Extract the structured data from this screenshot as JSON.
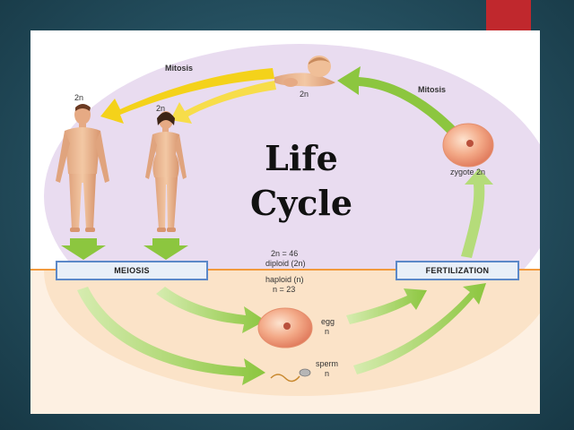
{
  "title": {
    "line1": "Life",
    "line2": "Cycle"
  },
  "labels": {
    "mitosis_top": "Mitosis",
    "mitosis_right": "Mitosis",
    "male_ploidy": "2n",
    "female_ploidy": "2n",
    "baby_ploidy": "2n",
    "zygote": "zygote 2n",
    "diploid_count": "2n = 46",
    "diploid": "diploid (2n)",
    "haploid": "haploid (n)",
    "haploid_count": "n = 23",
    "egg": "egg",
    "egg_ploidy": "n",
    "sperm": "sperm",
    "sperm_ploidy": "n"
  },
  "boxes": {
    "meiosis": "MEIOSIS",
    "fertilization": "FERTILIZATION"
  },
  "colors": {
    "accent": "#c0282d",
    "diploid_zone": "#e9dcf0",
    "haploid_zone": "#fbe6cf",
    "divider": "#f29a3d",
    "arrow_green": "#8cc63f",
    "arrow_yellow": "#f4d21a",
    "box_border": "#5b88c8"
  }
}
